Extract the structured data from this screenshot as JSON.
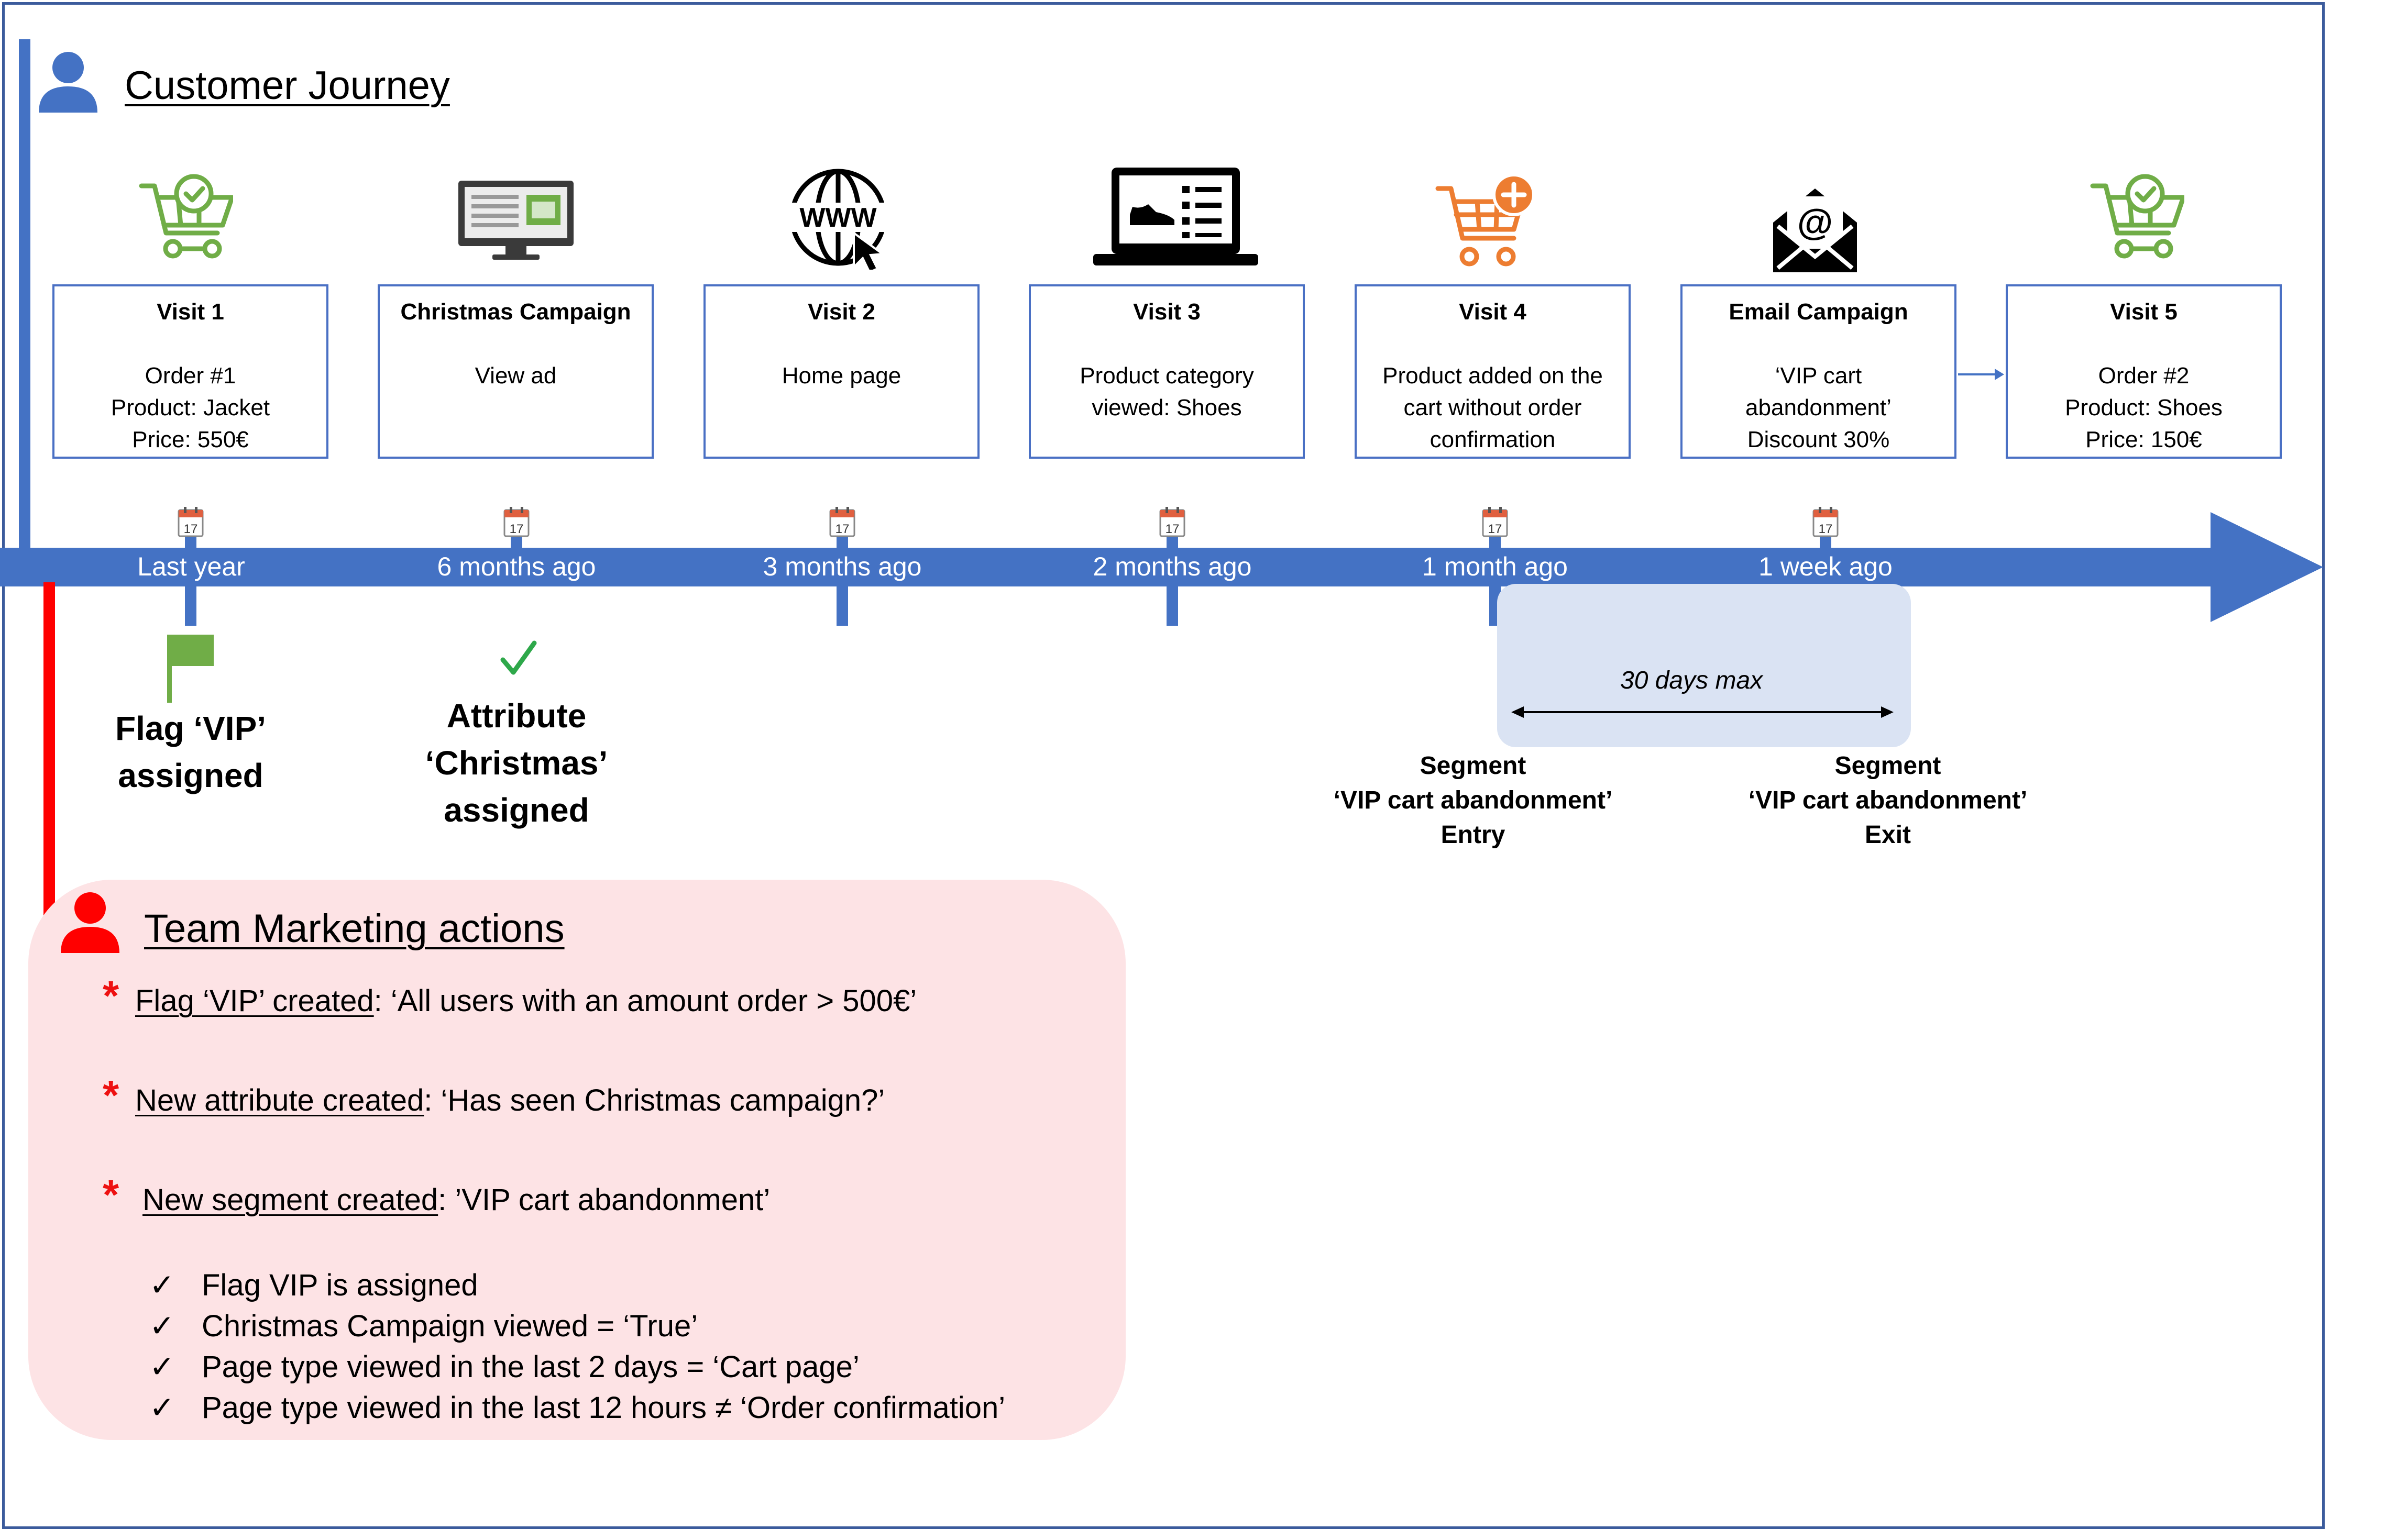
{
  "journey": {
    "title": "Customer Journey",
    "steps": [
      {
        "title": "Visit 1",
        "detail": [
          "Order #1",
          "Product: Jacket",
          "Price: 550€"
        ],
        "time": "Last year"
      },
      {
        "title": "Christmas Campaign",
        "detail": [
          "View ad"
        ],
        "time": "6 months ago"
      },
      {
        "title": "Visit 2",
        "detail": [
          "Home page"
        ],
        "time": "3 months ago"
      },
      {
        "title": "Visit 3",
        "detail": [
          "Product category",
          "viewed: Shoes"
        ],
        "time": "2 months ago"
      },
      {
        "title": "Visit 4",
        "detail": [
          "Product added on the",
          "cart without order",
          "confirmation"
        ],
        "time": "1 month ago"
      },
      {
        "title": "Email Campaign",
        "detail": [
          "‘VIP cart",
          "abandonment’",
          "Discount 30%"
        ],
        "time": "1 week ago"
      },
      {
        "title": "Visit 5",
        "detail": [
          "Order #2",
          "Product: Shoes",
          "Price: 150€"
        ]
      }
    ],
    "icons": [
      "cart-check-icon",
      "monitor-ad-icon",
      "www-globe-icon",
      "laptop-shoe-icon",
      "cart-plus-icon",
      "email-at-icon",
      "cart-check-icon"
    ],
    "calendar_day": "17"
  },
  "events": {
    "flag": [
      "Flag ‘VIP’",
      "assigned"
    ],
    "attribute": [
      "Attribute",
      "‘Christmas’",
      "assigned"
    ],
    "window": "30 days max",
    "segment_entry": [
      "Segment",
      "‘VIP cart abandonment’",
      "Entry"
    ],
    "segment_exit": [
      "Segment",
      "‘VIP cart abandonment’",
      "Exit"
    ]
  },
  "marketing": {
    "title": "Team Marketing actions",
    "actions": [
      {
        "label": "Flag ‘VIP’ created",
        "text": ": ‘All users with an amount order > 500€’"
      },
      {
        "label": "New attribute created",
        "text": ": ‘Has seen Christmas campaign?’"
      },
      {
        "label": "New segment created",
        "text": ": ’VIP cart abandonment’"
      }
    ],
    "criteria": [
      "Flag VIP is assigned",
      "Christmas Campaign viewed = ‘True’",
      "Page type viewed in the last 2 days = ‘Cart page’",
      "Page type viewed in the last 12 hours ≠ ‘Order confirmation’"
    ],
    "check_symbol": "✓",
    "star_symbol": "*"
  },
  "colors": {
    "journey_blue": "#4472c4",
    "marketing_red": "#ff0000",
    "panel_pink": "#fde3e5",
    "window_blue": "#dae3f3",
    "icon_green": "#70ad47",
    "icon_orange": "#ed7d31"
  }
}
